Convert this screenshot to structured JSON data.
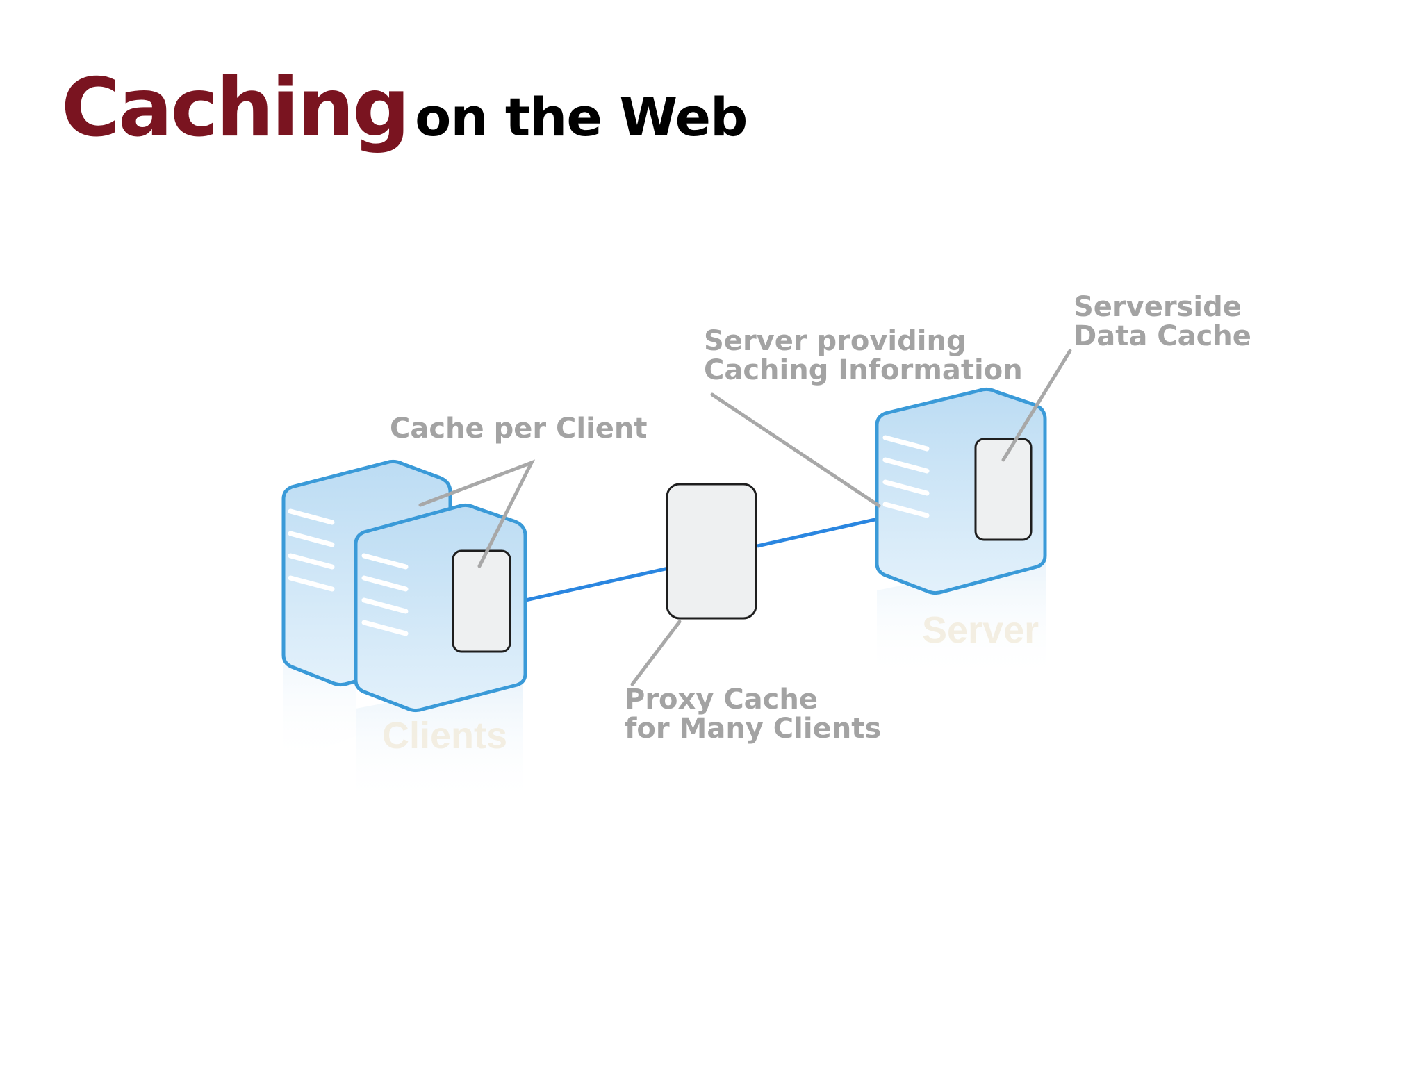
{
  "title": {
    "main": "Caching",
    "rest": "on the Web"
  },
  "labels": {
    "cache_per_client": "Cache per Client",
    "server_providing": [
      "Server providing",
      "Caching Information"
    ],
    "serverside_cache": [
      "Serverside",
      "Data Cache"
    ],
    "proxy_cache": [
      "Proxy Cache",
      "for Many Clients"
    ]
  },
  "nodes": {
    "clients": "Clients",
    "server": "Server"
  },
  "colors": {
    "title_accent": "#7a1420",
    "connection": "#2a86e0",
    "server_outline": "#3a9ad8",
    "server_fill": "#cfe6f6",
    "cache_fill": "#eef0f1",
    "callout": "#a8a8a8"
  }
}
